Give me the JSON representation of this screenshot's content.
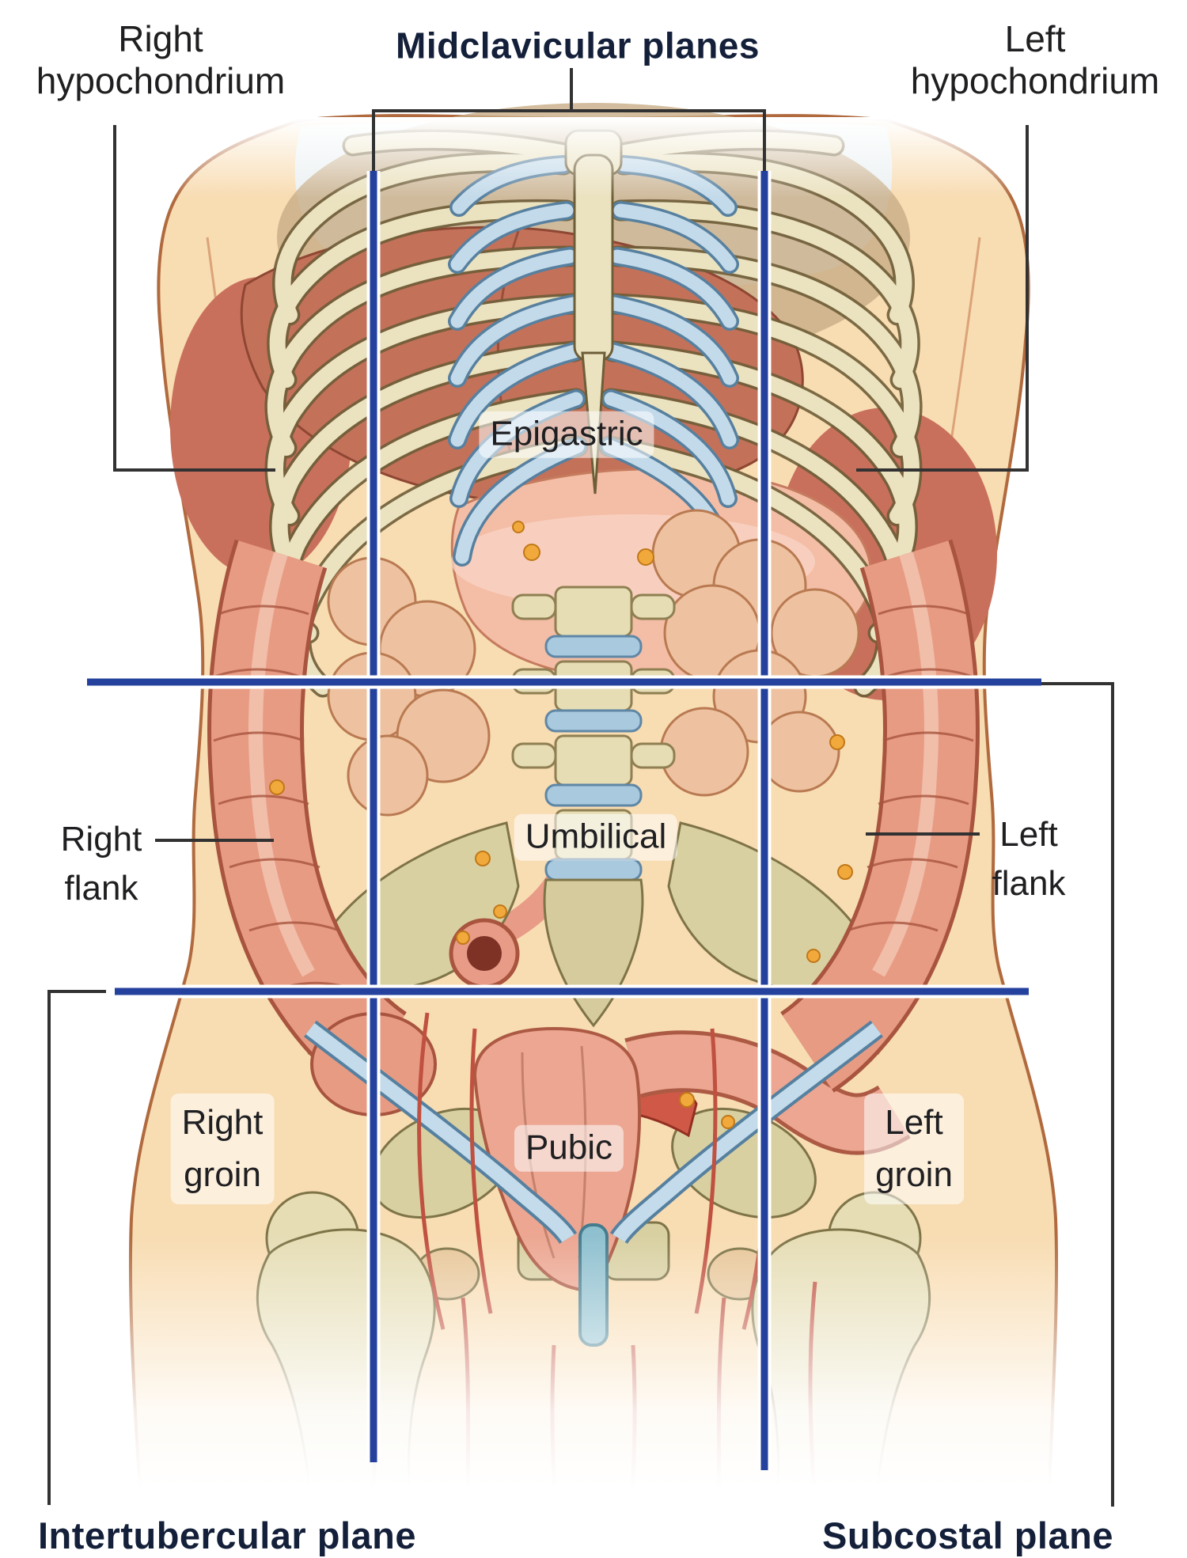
{
  "labels": {
    "right_hypochondrium": {
      "line1": "Right",
      "line2": "hypochondrium"
    },
    "midclavicular_planes": "Midclavicular planes",
    "left_hypochondrium": {
      "line1": "Left",
      "line2": "hypochondrium"
    },
    "epigastric": "Epigastric",
    "right_flank": {
      "line1": "Right",
      "line2": "flank"
    },
    "umbilical": "Umbilical",
    "left_flank": {
      "line1": "Left",
      "line2": "flank"
    },
    "right_groin": {
      "line1": "Right",
      "line2": "groin"
    },
    "pubic": "Pubic",
    "left_groin": {
      "line1": "Left",
      "line2": "groin"
    },
    "intertubercular_plane": "Intertubercular plane",
    "subcostal_plane": "Subcostal plane"
  },
  "colors": {
    "plane_line_blue": "#24419d",
    "plane_line_casing": "#ffffff",
    "leader_line_black": "#323232",
    "label_text": "#1f1f22",
    "plane_title_text": "#14203a",
    "skin": "#f8dcb2",
    "bone": "#ebe2c0",
    "cartilage": "#c3daea",
    "liver": "#c4715a",
    "stomach": "#f4bda6",
    "small_intestine": "#eec2a0",
    "colon": "#e89b83",
    "pelvis_bone": "#d9d0a2",
    "fat": "#f2a93c"
  }
}
